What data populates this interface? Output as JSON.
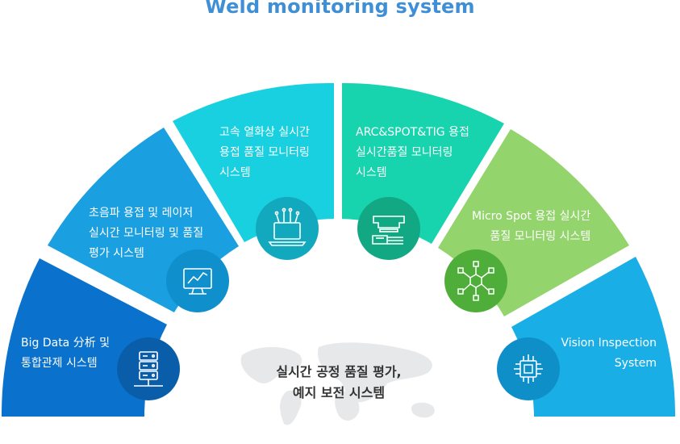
{
  "title": "Weld monitoring system",
  "colors": {
    "seg1": "#0a72cc",
    "seg2": "#1a9fe0",
    "seg3": "#19d0e0",
    "seg4": "#17d4ae",
    "seg5": "#93d46c",
    "seg6": "#1aaee6",
    "circle1": "#0a5ea9",
    "circle2": "#0f8fcc",
    "circle3": "#12a8bd",
    "circle4": "#12a883",
    "circle5": "#4fae3a",
    "circle6": "#0f8fc8"
  },
  "segments": [
    {
      "line1": "Big Data 分析 및",
      "line2": "통합관제 시스템",
      "line3": "",
      "icon": "database-server-icon"
    },
    {
      "line1": "초음파 용접 및  레이저",
      "line2": "실시간 모니터링 및 품질",
      "line3": "평가 시스템",
      "icon": "monitor-chart-icon"
    },
    {
      "line1": "고속 열화상 실시간",
      "line2": "용접 품질 모니터링",
      "line3": "시스템",
      "icon": "laptop-network-icon"
    },
    {
      "line1": "ARC&SPOT&TIG 용접",
      "line2": "실시간품질 모니터링",
      "line3": "시스템",
      "icon": "press-welding-icon"
    },
    {
      "line1": "Micro Spot 용접 실시간",
      "line2": "품질 모니터링 시스템",
      "line3": "",
      "icon": "network-nodes-icon"
    },
    {
      "line1": "Vision Inspection",
      "line2": "System",
      "line3": "",
      "icon": "chip-circuit-icon"
    }
  ],
  "center": {
    "line1": "실시간 공정 품질 평가,",
    "line2": "예지 보전 시스템"
  }
}
